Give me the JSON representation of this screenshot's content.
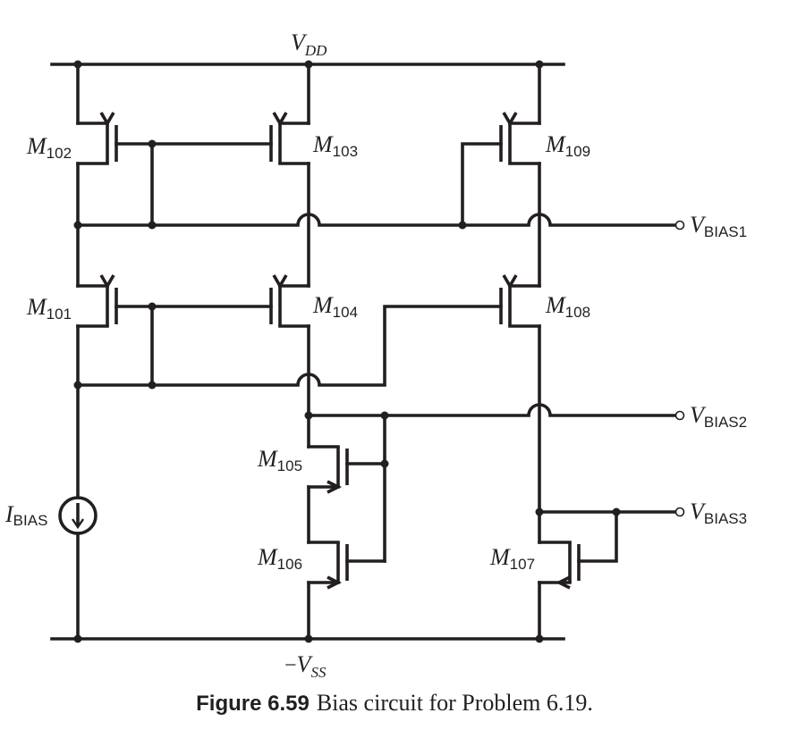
{
  "rails": {
    "vdd": {
      "symbol": "V",
      "subscript": "DD"
    },
    "vss": {
      "minus": "−",
      "symbol": "V",
      "subscript": "SS"
    }
  },
  "source": {
    "symbol": "I",
    "subscript": "BIAS"
  },
  "transistors": [
    {
      "id": "M102",
      "symbol": "M",
      "subscript": "102",
      "type": "pmos"
    },
    {
      "id": "M103",
      "symbol": "M",
      "subscript": "103",
      "type": "pmos"
    },
    {
      "id": "M109",
      "symbol": "M",
      "subscript": "109",
      "type": "pmos"
    },
    {
      "id": "M101",
      "symbol": "M",
      "subscript": "101",
      "type": "pmos"
    },
    {
      "id": "M104",
      "symbol": "M",
      "subscript": "104",
      "type": "pmos"
    },
    {
      "id": "M108",
      "symbol": "M",
      "subscript": "108",
      "type": "pmos"
    },
    {
      "id": "M105",
      "symbol": "M",
      "subscript": "105",
      "type": "nmos"
    },
    {
      "id": "M106",
      "symbol": "M",
      "subscript": "106",
      "type": "nmos"
    },
    {
      "id": "M107",
      "symbol": "M",
      "subscript": "107",
      "type": "nmos"
    }
  ],
  "outputs": [
    {
      "symbol": "V",
      "subscript": "BIAS1"
    },
    {
      "symbol": "V",
      "subscript": "BIAS2"
    },
    {
      "symbol": "V",
      "subscript": "BIAS3"
    }
  ],
  "caption": {
    "number": "Figure 6.59",
    "text": "Bias circuit for Problem 6.19."
  }
}
